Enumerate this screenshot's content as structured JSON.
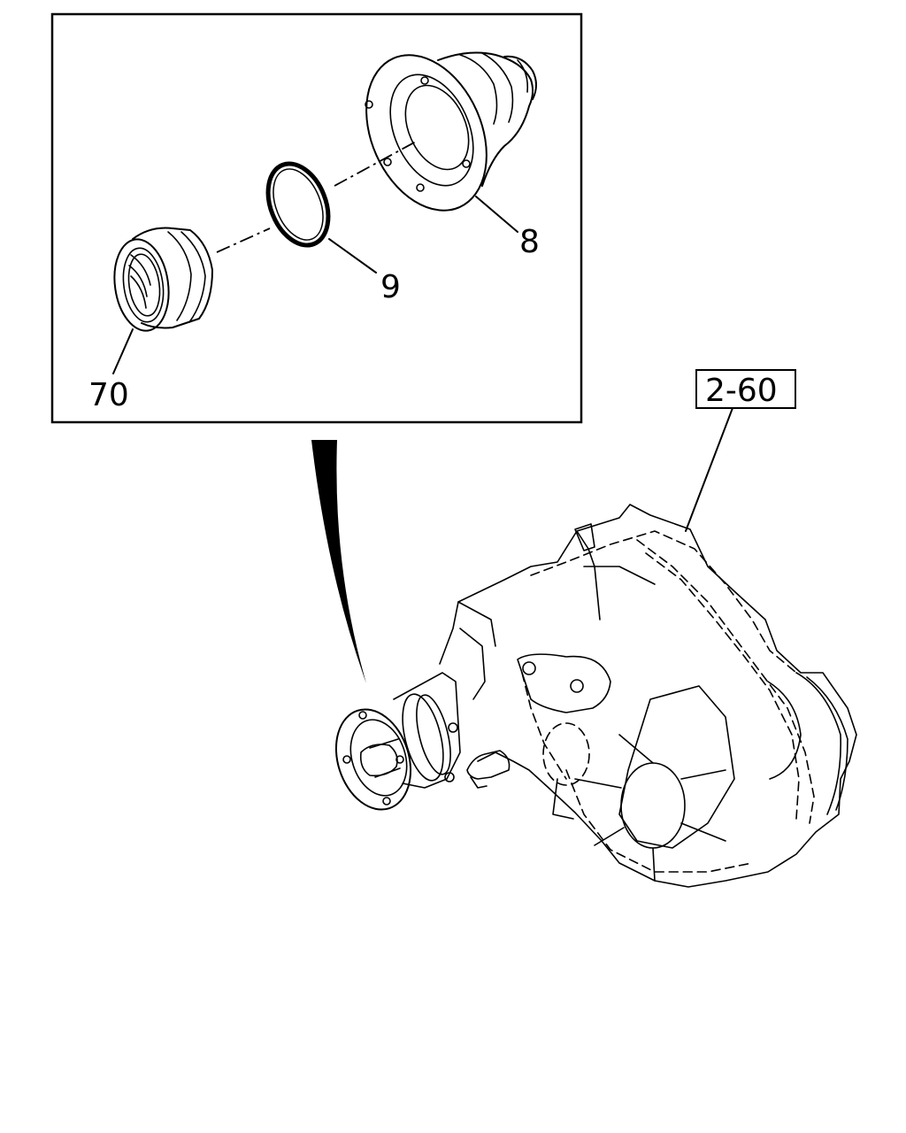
{
  "callouts": {
    "part_8": "8",
    "part_9": "9",
    "part_70": "70",
    "reference": "2-60"
  },
  "colors": {
    "line": "#000000",
    "background": "#ffffff"
  }
}
